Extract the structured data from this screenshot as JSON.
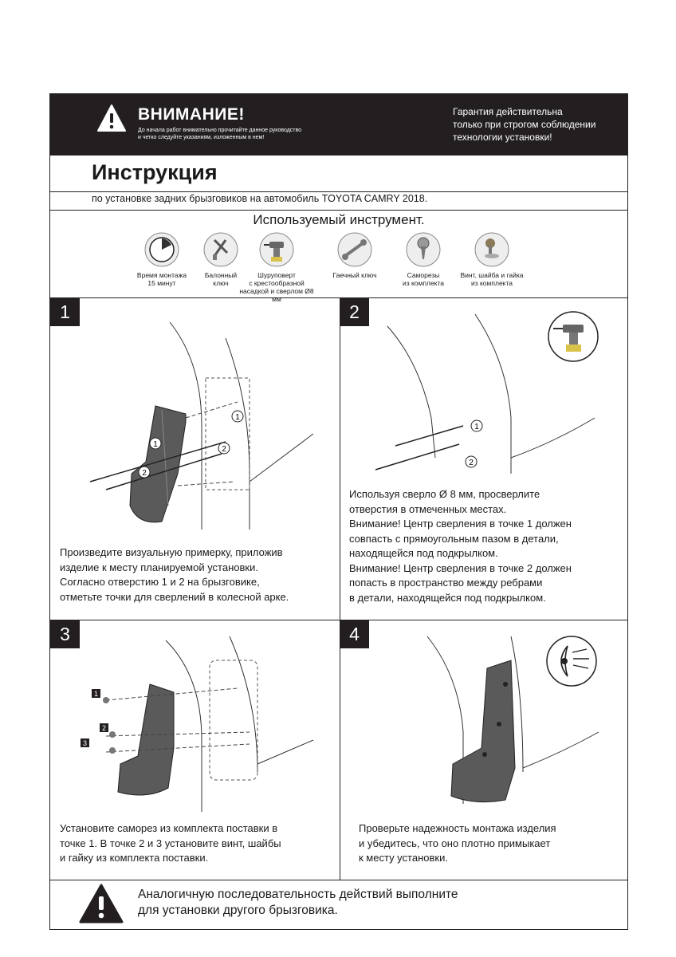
{
  "header": {
    "title": "ВНИМАНИЕ!",
    "note_line1": "До начала работ внимательно прочитайте данное руководство",
    "note_line2": "и четко следуйте указаниям, изложенным в нем!",
    "guarantee_line1": "Гарантия действительна",
    "guarantee_line2": "только при строгом соблюдении",
    "guarantee_line3": "технологии установки!"
  },
  "document": {
    "title": "Инструкция",
    "subtitle": "по установке задних брызговиков на автомобиль TOYOTA CAMRY 2018."
  },
  "tools": {
    "heading": "Используемый инструмент.",
    "items": [
      {
        "icon": "clock-icon",
        "line1": "Время монтажа",
        "line2": "15 минут",
        "line3": ""
      },
      {
        "icon": "wheel-wrench-icon",
        "line1": "Балонный",
        "line2": "ключ",
        "line3": ""
      },
      {
        "icon": "screwdriver-drill-icon",
        "line1": "Шуруповерт",
        "line2": "с крестообразной",
        "line3": "насадкой и сверлом Ø8 мм"
      },
      {
        "icon": "open-wrench-icon",
        "line1": "Гаечный ключ",
        "line2": "",
        "line3": ""
      },
      {
        "icon": "screw-icon",
        "line1": "Саморезы",
        "line2": "из комплекта",
        "line3": ""
      },
      {
        "icon": "bolt-nut-icon",
        "line1": "Винт, шайба и гайка",
        "line2": "из комплекта",
        "line3": ""
      }
    ]
  },
  "steps": [
    {
      "number": "1",
      "lines": [
        "Произведите визуальную примерку, приложив",
        "изделие к месту планируемой установки.",
        "Согласно отверстию 1  и 2 на брызговике,",
        "отметьте точки для сверлений в колесной арке."
      ],
      "markers": [
        "1",
        "2",
        "1",
        "2"
      ]
    },
    {
      "number": "2",
      "lines": [
        "Используя сверло Ø 8 мм, просверлите",
        "отверстия в отмеченных местах.",
        "Внимание! Центр сверления в точке 1 должен",
        "совпасть с прямоугольным пазом в детали,",
        "находящейся под подкрылком.",
        "Внимание! Центр сверления в точке 2 должен",
        "попасть в пространство между ребрами",
        "в детали, находящейся под подкрылком."
      ],
      "markers": [
        "1",
        "2"
      ]
    },
    {
      "number": "3",
      "lines": [
        "Установите саморез из комплекта поставки в",
        "точке 1. В точке 2  и 3 установите винт, шайбы",
        "и гайку из комплекта поставки."
      ],
      "markers": [
        "1",
        "2",
        "3"
      ]
    },
    {
      "number": "4",
      "lines": [
        "Проверьте надежность монтажа изделия",
        "и убедитесь, что оно плотно примыкает",
        "к месту установки."
      ],
      "markers": []
    }
  ],
  "footer": {
    "line1": "Аналогичную последовательность действий выполните",
    "line2": "для установки другого брызговика."
  },
  "colors": {
    "dark": "#231f20",
    "mudflap": "#5a5a5a",
    "line": "#222222"
  }
}
